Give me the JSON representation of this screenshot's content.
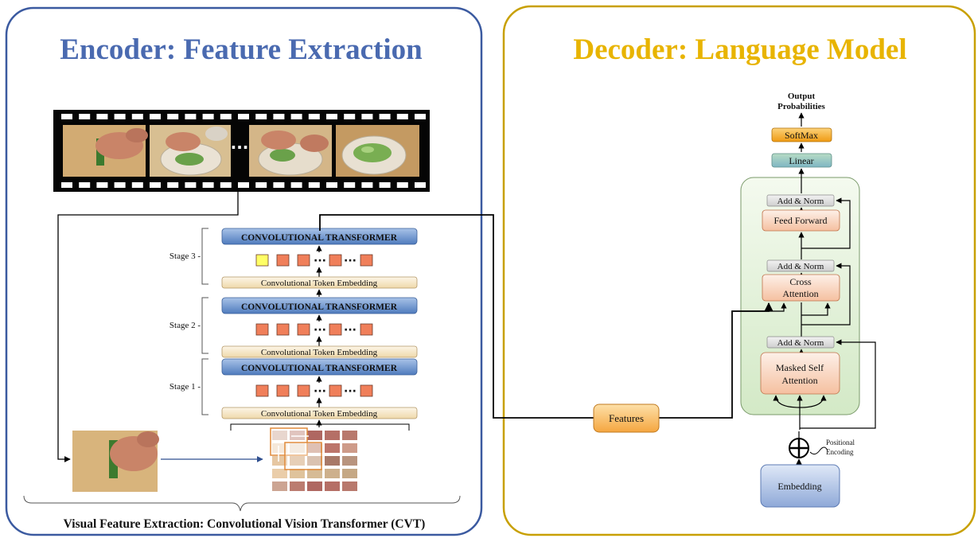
{
  "encoder": {
    "title": "Encoder: Feature Extraction",
    "stages": [
      {
        "label": "Stage 3",
        "transformer": "CONVOLUTIONAL TRANSFORMER",
        "embedding": "Convolutional Token Embedding",
        "has_cls": true
      },
      {
        "label": "Stage 2",
        "transformer": "CONVOLUTIONAL TRANSFORMER",
        "embedding": "Convolutional Token Embedding",
        "has_cls": false
      },
      {
        "label": "Stage 1",
        "transformer": "CONVOLUTIONAL TRANSFORMER",
        "embedding": "Convolutional Token Embedding",
        "has_cls": false
      }
    ],
    "ellipsis": "···",
    "bottom_caption": "Visual Feature Extraction: Convolutional Vision Transformer (CVT)"
  },
  "decoder": {
    "title": "Decoder: Language Model",
    "output_line1": "Output",
    "output_line2": "Probabilities",
    "softmax": "SoftMax",
    "linear": "Linear",
    "add_norm": "Add & Norm",
    "feed_forward": "Feed Forward",
    "cross_attention_line1": "Cross",
    "cross_attention_line2": "Attention",
    "masked_line1": "Masked Self",
    "masked_line2": "Attention",
    "positional_line1": "Positional",
    "positional_line2": "Encoding",
    "embedding": "Embedding",
    "features": "Features"
  },
  "colors": {
    "encoder_border": "#3b5aa0",
    "decoder_border": "#c8a000",
    "token_orange": "#f07f5a",
    "cls_yellow": "#ffff66",
    "transformer_blue": "#5b86c4",
    "embedding_beige": "#f5e7c8",
    "decoder_block_green": "#e6f2dc",
    "softmax_orange": "#f5a623",
    "linear_green": "#8fc1a4",
    "features_orange": "#f8b65a",
    "embedding_blue": "#9db6df"
  }
}
